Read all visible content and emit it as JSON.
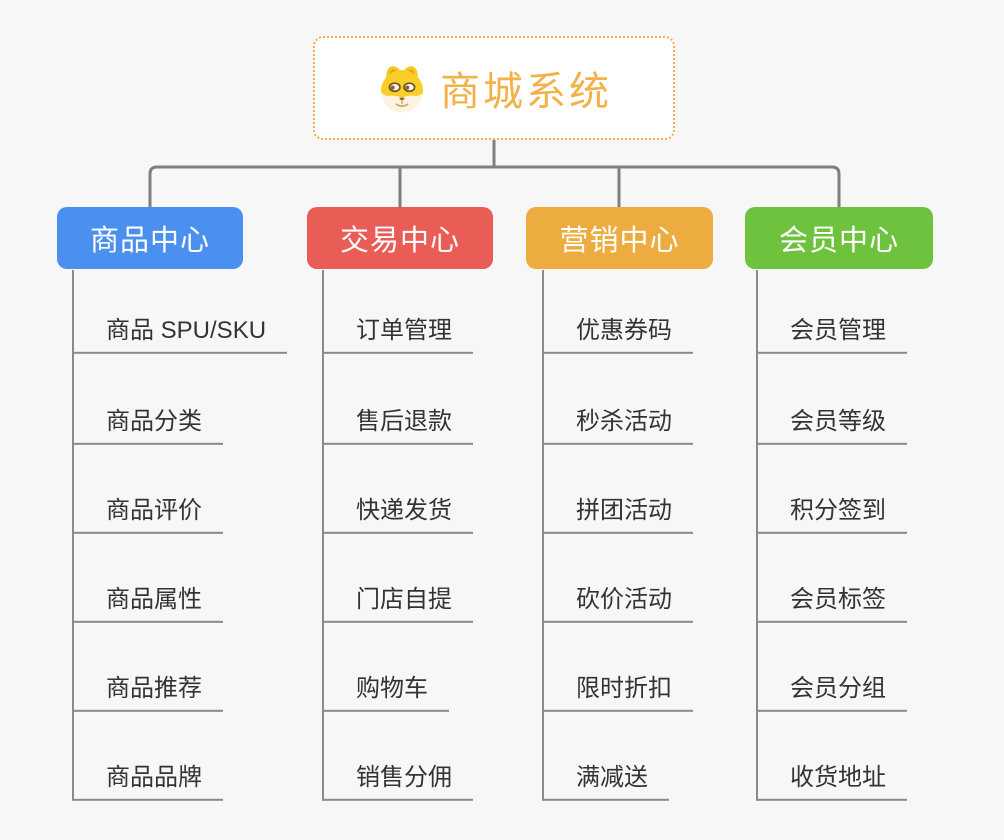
{
  "root": {
    "title": "商城系统",
    "icon": "dog-face-icon",
    "accent_color": "#F2B149",
    "border_color": "#F2AC4A"
  },
  "connector_color": "#7F7F7F",
  "line_color": "#8A8A8A",
  "branches": [
    {
      "title": "商品中心",
      "color": "#4B8FEF",
      "items": [
        "商品 SPU/SKU",
        "商品分类",
        "商品评价",
        "商品属性",
        "商品推荐",
        "商品品牌"
      ]
    },
    {
      "title": "交易中心",
      "color": "#E95D56",
      "items": [
        "订单管理",
        "售后退款",
        "快递发货",
        "门店自提",
        "购物车",
        "销售分佣"
      ]
    },
    {
      "title": "营销中心",
      "color": "#EDAC40",
      "items": [
        "优惠券码",
        "秒杀活动",
        "拼团活动",
        "砍价活动",
        "限时折扣",
        "满减送"
      ]
    },
    {
      "title": "会员中心",
      "color": "#6EC23E",
      "items": [
        "会员管理",
        "会员等级",
        "积分签到",
        "会员标签",
        "会员分组",
        "收货地址"
      ]
    }
  ]
}
